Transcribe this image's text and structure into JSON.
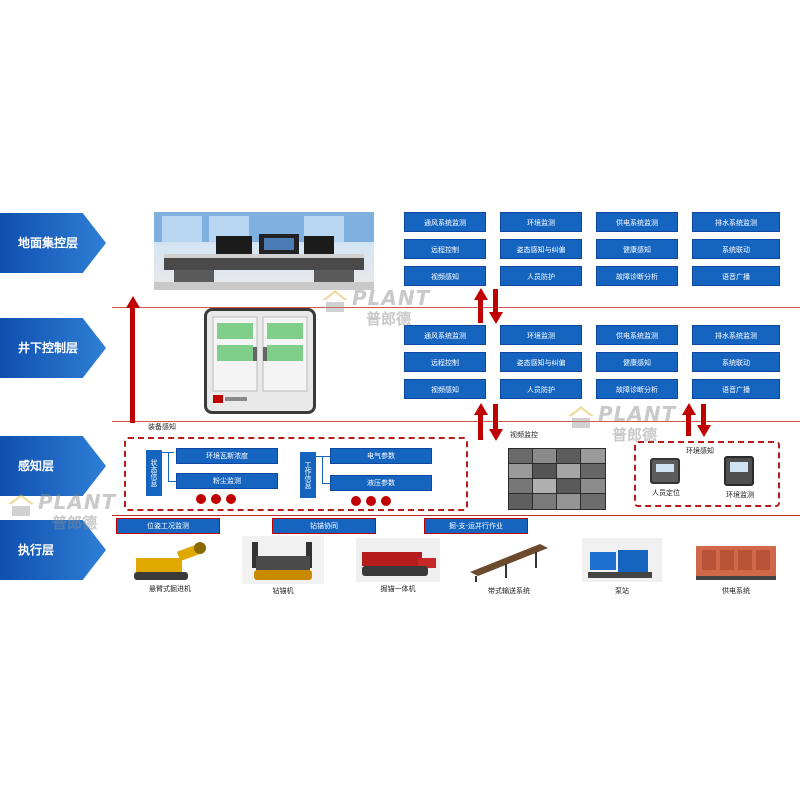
{
  "layers": [
    {
      "id": "surface",
      "label": "地面集控层"
    },
    {
      "id": "underground",
      "label": "井下控制层"
    },
    {
      "id": "perception",
      "label": "感知层"
    },
    {
      "id": "execution",
      "label": "执行层"
    }
  ],
  "function_grid": [
    "通风系统监测",
    "环境监测",
    "供电系统监测",
    "排水系统监测",
    "远程控制",
    "姿态感知与纠偏",
    "健康感知",
    "系统联动",
    "视频感知",
    "人员防护",
    "故障诊断分析",
    "语音广播"
  ],
  "perception": {
    "equipment_sensing_label": "装备感知",
    "status_info_label": "状态信息",
    "work_info_label": "工作信息",
    "status_items": [
      "环境瓦斯浓度",
      "粉尘监测"
    ],
    "work_items": [
      "电气参数",
      "液压参数"
    ],
    "video_label": "视频监控",
    "env_sensing_label": "环境感知",
    "env_devices": [
      "人员定位",
      "环境监测"
    ]
  },
  "execution": {
    "functions": [
      "位姿工况监测",
      "钻锚协同",
      "掘-支-运并行作业"
    ],
    "machines": [
      "悬臂式掘进机",
      "钻锚机",
      "掘锚一体机",
      "带式输送系统",
      "泵站",
      "供电系统"
    ]
  },
  "watermark": {
    "brand": "PLANT",
    "brand_cn": "普郎德"
  },
  "colors": {
    "layer_blue": "#1565c0",
    "arrow_red": "#c00000",
    "divider": "#d9534f"
  }
}
